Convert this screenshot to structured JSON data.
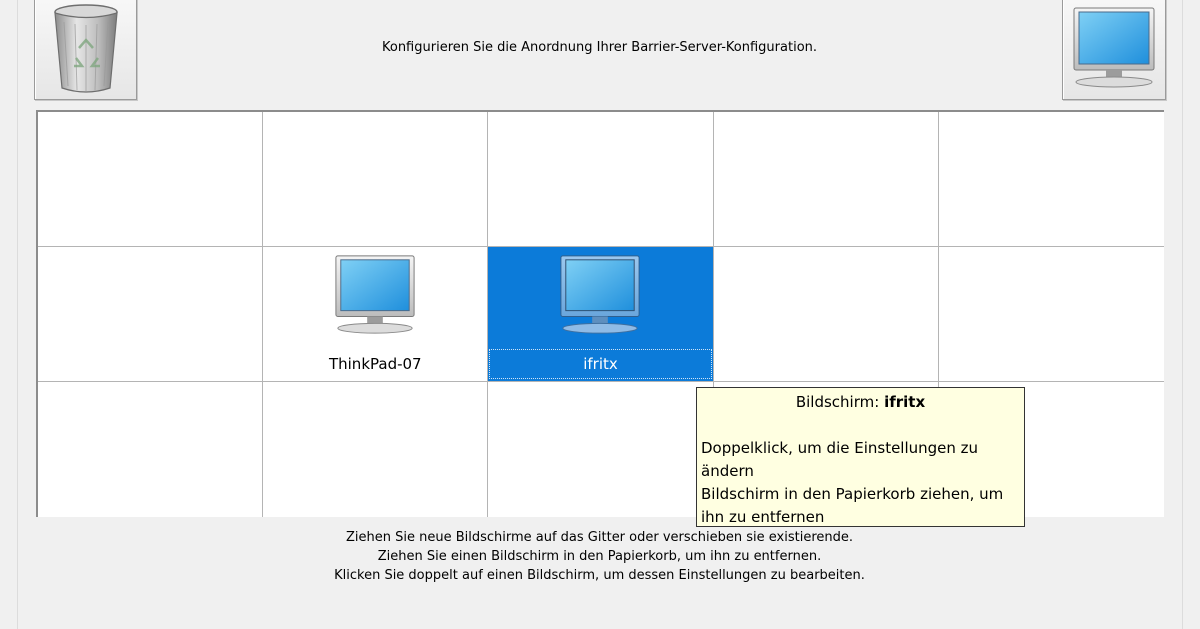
{
  "header": {
    "instruction": "Konfigurieren Sie die Anordnung Ihrer Barrier-Server-Konfiguration."
  },
  "grid": {
    "rows": 3,
    "columns": 5,
    "screens": [
      {
        "name": "ThinkPad-07",
        "row": 2,
        "col": 2,
        "selected": false
      },
      {
        "name": "ifritx",
        "row": 2,
        "col": 3,
        "selected": true
      }
    ]
  },
  "tooltip": {
    "title_prefix": "Bildschirm: ",
    "title_name": "ifritx",
    "line1": "Doppelklick, um die Einstellungen zu ändern",
    "line2": "Bildschirm in den Papierkorb ziehen, um ihn zu entfernen"
  },
  "footer": {
    "line1": "Ziehen Sie neue Bildschirme auf das Gitter oder verschieben sie existierende.",
    "line2": "Ziehen Sie einen Bildschirm in den Papierkorb, um ihn zu entfernen.",
    "line3": "Klicken Sie doppelt auf einen Bildschirm, um dessen Einstellungen zu bearbeiten."
  },
  "icons": {
    "trash": "trash-bin-icon",
    "new_screen": "monitor-icon",
    "screen": "monitor-icon"
  },
  "colors": {
    "selection": "#0c7bd9",
    "tooltip_bg": "#ffffe1",
    "monitor_screen": "#3aa8ea"
  }
}
